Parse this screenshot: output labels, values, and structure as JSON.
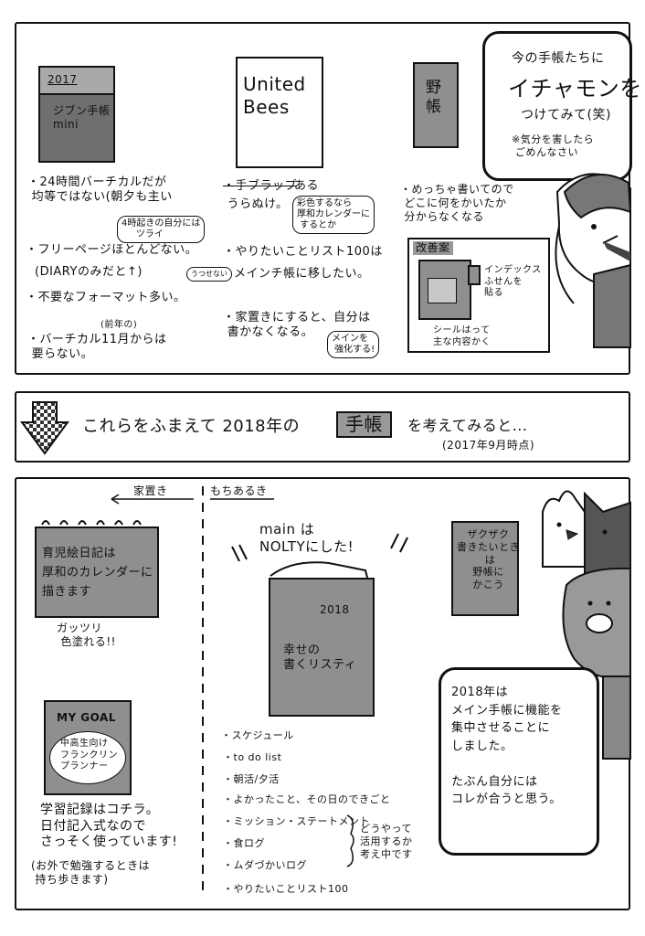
{
  "top": {
    "planner1": {
      "year": "2017",
      "name": "ジブン手帳\nmini"
    },
    "planner2": {
      "name": "United\nBees"
    },
    "planner3": {
      "name": "野\n帳"
    },
    "bubble": {
      "line1": "今の手帳たちに",
      "line2": "イチャモンを",
      "line3": "つけてみて(笑)",
      "line4": "※気分を害したら\n ごめんなさい"
    },
    "col1": {
      "item1": "・24時間バーチカルだが\n 均等ではない(朝夕も主い",
      "note1": "4時起きの自分には\n     ツライ",
      "item2": "・フリーページほとんどない。",
      "item2b": "(DIARYのみだと↑)",
      "item3": "・不要なフォーマット多い。",
      "item4_ann": "(前年の)",
      "item4": "・バーチカル11月からは\n 要らない。"
    },
    "col2": {
      "item1_strike": "・手ブラップ",
      "item1_rest": "ある",
      "item1b": " うらぬけ。",
      "note1": "彩色するなら\n厚和カレンダーに\n するとか",
      "item2": "・やりたいことリスト100は",
      "item2b": "メインチ帳に移したい。",
      "note2": "うつせない",
      "item3": "・家置きにすると、自分は\n 書かなくなる。",
      "note3": "メインを\n 強化する!"
    },
    "col3": {
      "item1": "・めっちゃ書いてので\n どこに何をかいたか\n 分からなくなる",
      "box_title": "改善案",
      "label1": "インデックス\nふせんを\n貼る",
      "label2": "シールはって\n主な内容かく"
    }
  },
  "banner": {
    "text_pre": "これらをふまえて 2018年の",
    "text_box": "手帳",
    "text_post": "を考えてみると...",
    "sub": "(2017年9月時点)"
  },
  "bottom": {
    "left_label": "家置き",
    "right_label": "もちあるき",
    "calendar": {
      "text": "育児絵日記は\n厚和のカレンダーに\n描きます"
    },
    "calendar_note": "ガッツリ\n 色塗れる!!",
    "goal": {
      "title": "MY GOAL",
      "subtitle": "中高生向け\nフランクリン\nプランナー"
    },
    "goal_text": "学習記録はコチラ。\n日付記入式なので\nさっそく使っています!",
    "goal_note": "(お外で勉強するときは\n 持ち歩きます)",
    "main_header": "main は\nNOLTYにした!",
    "nolty": {
      "year": "2018",
      "title": "幸せの\n書くリスティ"
    },
    "list": [
      "・スケジュール",
      "・to do list",
      "・朝活/夕活",
      "・よかったこと、その日のできごと",
      "・ミッション・ステートメント",
      "・食ログ",
      "・ムダづかいログ",
      "・やりたいことリスト100"
    ],
    "list_note": "どうやって\n活用するか\n考え中です",
    "zakuzaku": {
      "text": "ザクザク\n書きたいとき\n は\n野帳に\nかこう"
    },
    "bubble": {
      "text": "2018年は\nメイン手帳に機能を\n集中させることに\nしました。\n\nたぶん自分には\nコレが合うと思う。"
    }
  }
}
